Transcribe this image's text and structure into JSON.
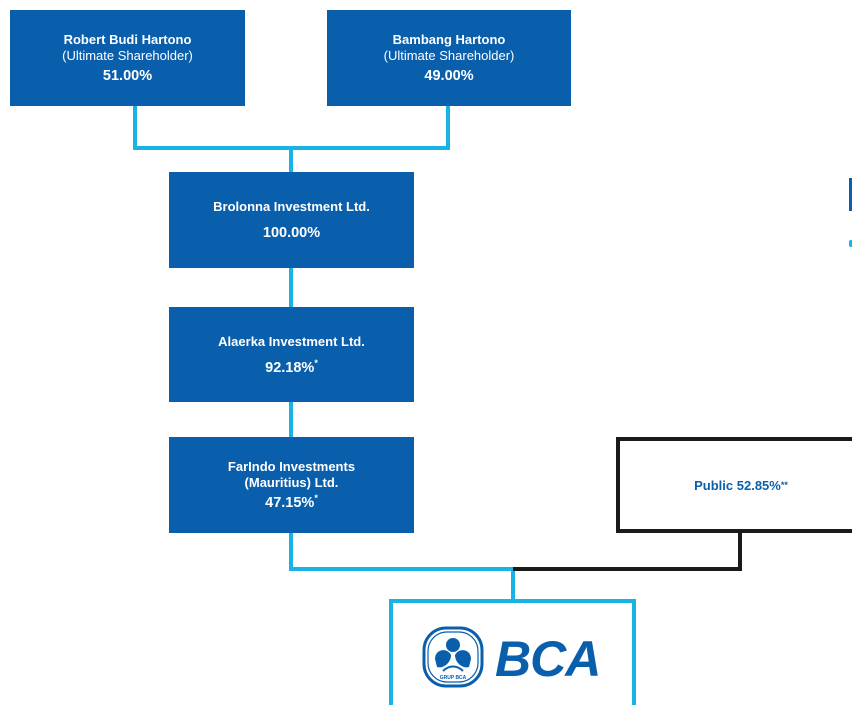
{
  "shareholders": [
    {
      "name": "Robert Budi Hartono",
      "role": "(Ultimate Shareholder)",
      "percent": "51.00%"
    },
    {
      "name": "Bambang Hartono",
      "role": "(Ultimate Shareholder)",
      "percent": "49.00%"
    }
  ],
  "chain": [
    {
      "name": "Brolonna Investment Ltd.",
      "percent": "100.00%",
      "mark": ""
    },
    {
      "name": "Alaerka Investment Ltd.",
      "percent": "92.18%",
      "mark": "*"
    },
    {
      "name_line1": "FarIndo Investments",
      "name_line2": "(Mauritius) Ltd.",
      "percent": "47.15%",
      "mark": "*"
    }
  ],
  "public": {
    "label": "Public 52.85%",
    "mark": "**"
  },
  "bank": {
    "logo_text": "BCA",
    "logo_caption": "GRUP BCA"
  },
  "colors": {
    "box_blue": "#0a5fad",
    "connector_cyan": "#19b4e6",
    "connector_black": "#1a1a1a"
  },
  "icons": {
    "bank_logo": "bca-emblem-icon"
  }
}
